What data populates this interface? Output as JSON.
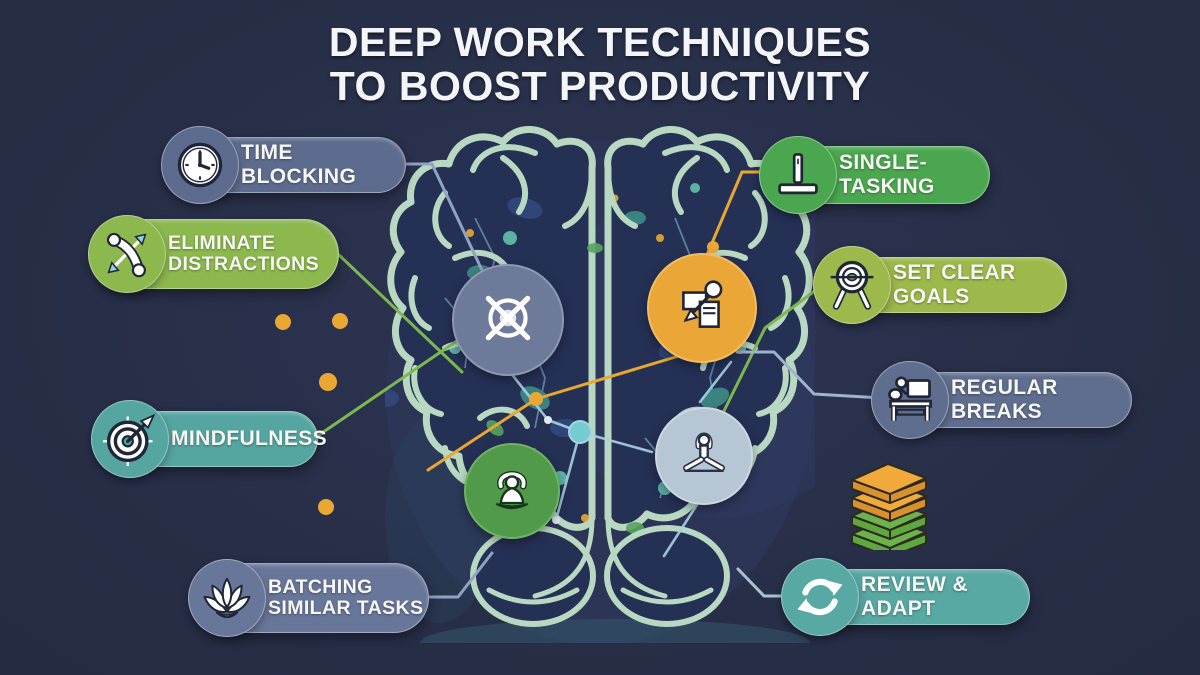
{
  "title": {
    "line1": "DEEP WORK TECHNIQUES",
    "line2": "TO BOOST PRODUCTIVITY"
  },
  "pills": {
    "time_blocking": {
      "label": "TIME BLOCKING",
      "icon": "clock-icon",
      "color": "#5d6c8e"
    },
    "eliminate_distractions": {
      "line1": "ELIMINATE",
      "line2": "DISTRACTIONS",
      "icon": "no-phone-icon",
      "color": "#8cb84e"
    },
    "mindfulness": {
      "label": "MINDFULNESS",
      "icon": "target-arrow-icon",
      "color": "#55a5a1"
    },
    "batching": {
      "line1": "BATCHING",
      "line2": "SIMILAR TASKS",
      "icon": "lotus-icon",
      "color": "#68769a"
    },
    "single_tasking": {
      "label": "SINGLE-TASKING",
      "icon": "single-task-icon",
      "color": "#4ba74f"
    },
    "set_clear_goals": {
      "label": "SET CLEAR GOALS",
      "icon": "target-stand-icon",
      "color": "#9db84b"
    },
    "regular_breaks": {
      "label": "REGULAR BREAKS",
      "icon": "desk-rest-icon",
      "color": "#5f6e8e"
    },
    "review_adapt": {
      "label": "REVIEW & ADAPT",
      "icon": "refresh-icon",
      "color": "#58a8a3"
    }
  },
  "brain_badges": {
    "no_distractions": {
      "icon": "no-distraction-icon",
      "color": "#6d7a99"
    },
    "pinned_notes": {
      "icon": "pinned-notes-icon",
      "color": "#eaa636"
    },
    "meditation": {
      "icon": "meditation-icon",
      "color": "#519a49"
    },
    "yoga": {
      "icon": "yoga-icon",
      "color": "#b7c6d4"
    }
  },
  "decorations": {
    "books_stack": {
      "icon": "books-stack-icon",
      "colors": [
        "#f2a93b",
        "#6db34c"
      ]
    }
  },
  "colors": {
    "background": "#272e47",
    "title_text": "#f3f5f8",
    "brain_outline": "#b9d8c2",
    "network_line": "#a9d2e4",
    "connector_orange": "#e8a733",
    "connector_green": "#7cb84f",
    "connector_slate": "#8fa3c4",
    "accent_orange_dot": "#eba733"
  }
}
